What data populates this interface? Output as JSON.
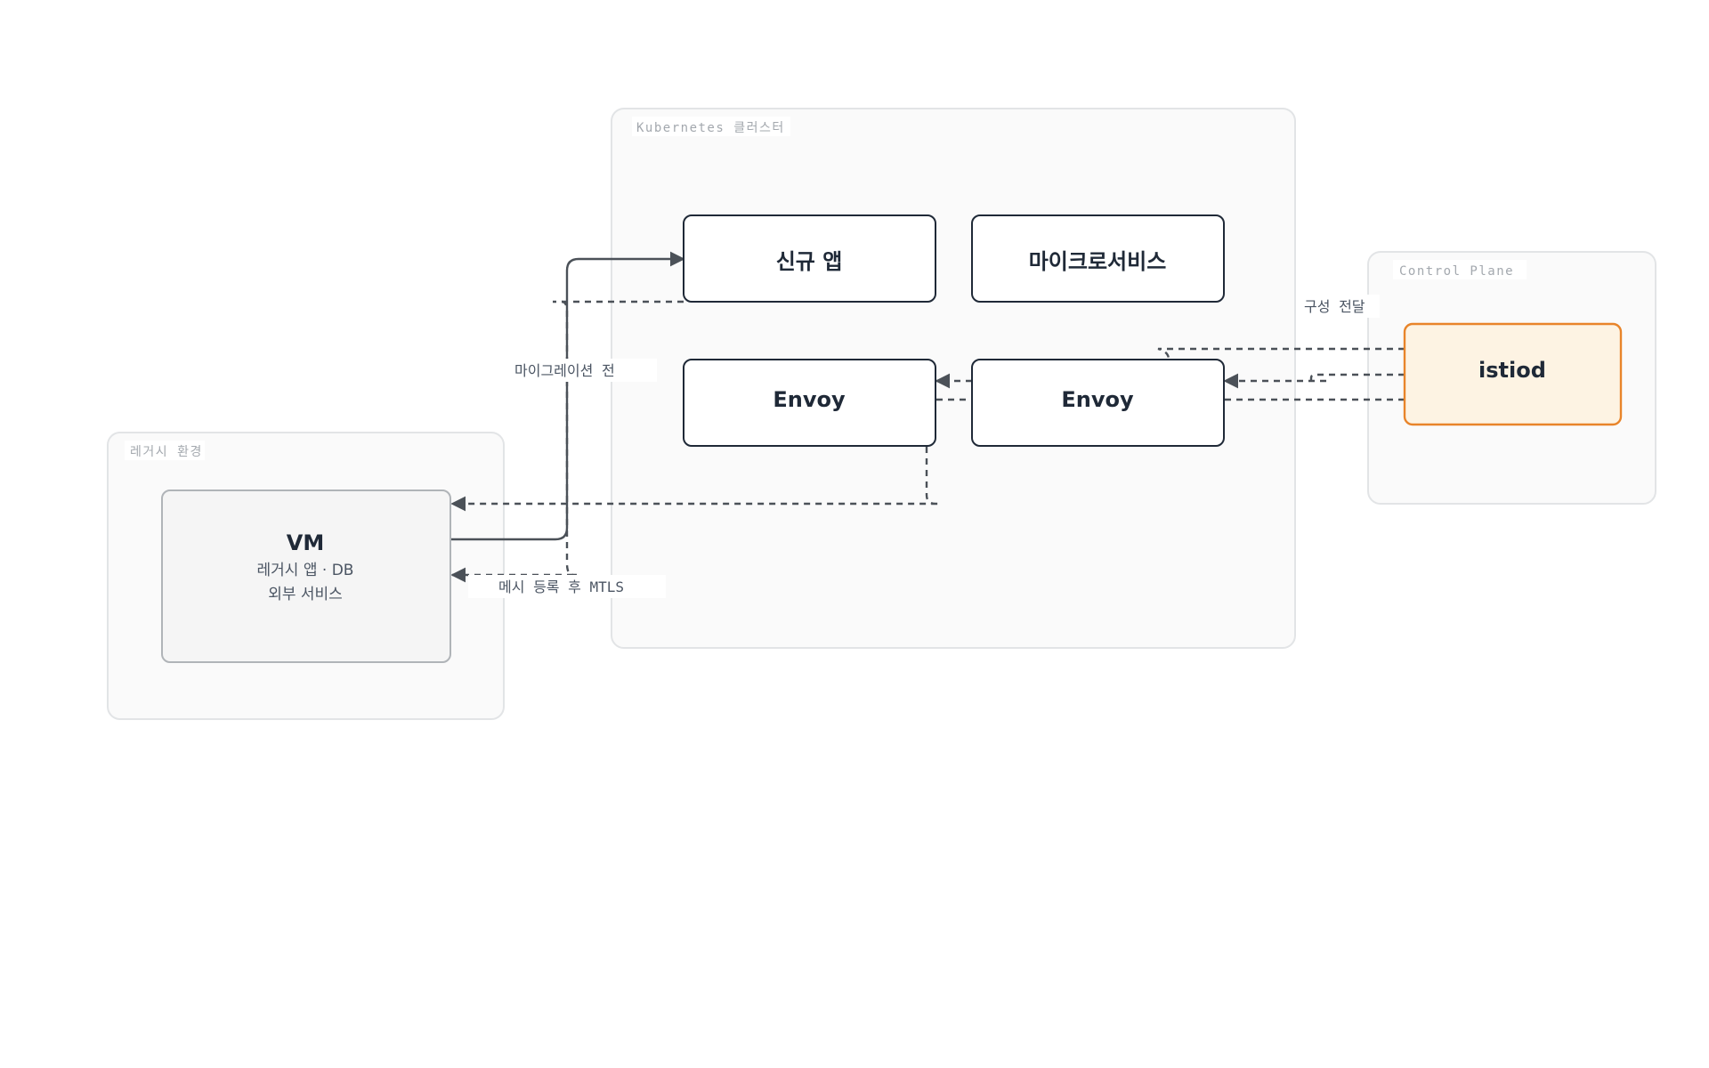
{
  "groups": {
    "k8s": {
      "label": "Kubernetes 클러스터"
    },
    "legacy": {
      "label": "레거시 환경"
    },
    "control": {
      "label": "Control Plane"
    }
  },
  "nodes": {
    "new_app": {
      "title": "신규 앱"
    },
    "microservice": {
      "title": "마이크로서비스"
    },
    "envoy_left": {
      "title": "Envoy"
    },
    "envoy_right": {
      "title": "Envoy"
    },
    "istiod": {
      "title": "istiod"
    },
    "vm": {
      "title": "VM",
      "line1": "레거시 앱 · DB",
      "line2": "외부 서비스"
    }
  },
  "edges": {
    "before_migration": "마이그레이션 전",
    "after_mesh": "메시 등록 후 MTLS",
    "config_push": "구성 전달"
  },
  "colors": {
    "group_fill": "#fafafa",
    "group_stroke": "#e2e4e6",
    "node_stroke": "#1f2937",
    "istiod_fill": "#fdf3e3",
    "istiod_stroke": "#e8842a",
    "vm_fill": "#f5f5f5",
    "vm_stroke": "#b0b4b8",
    "edge": "#4b5158"
  }
}
